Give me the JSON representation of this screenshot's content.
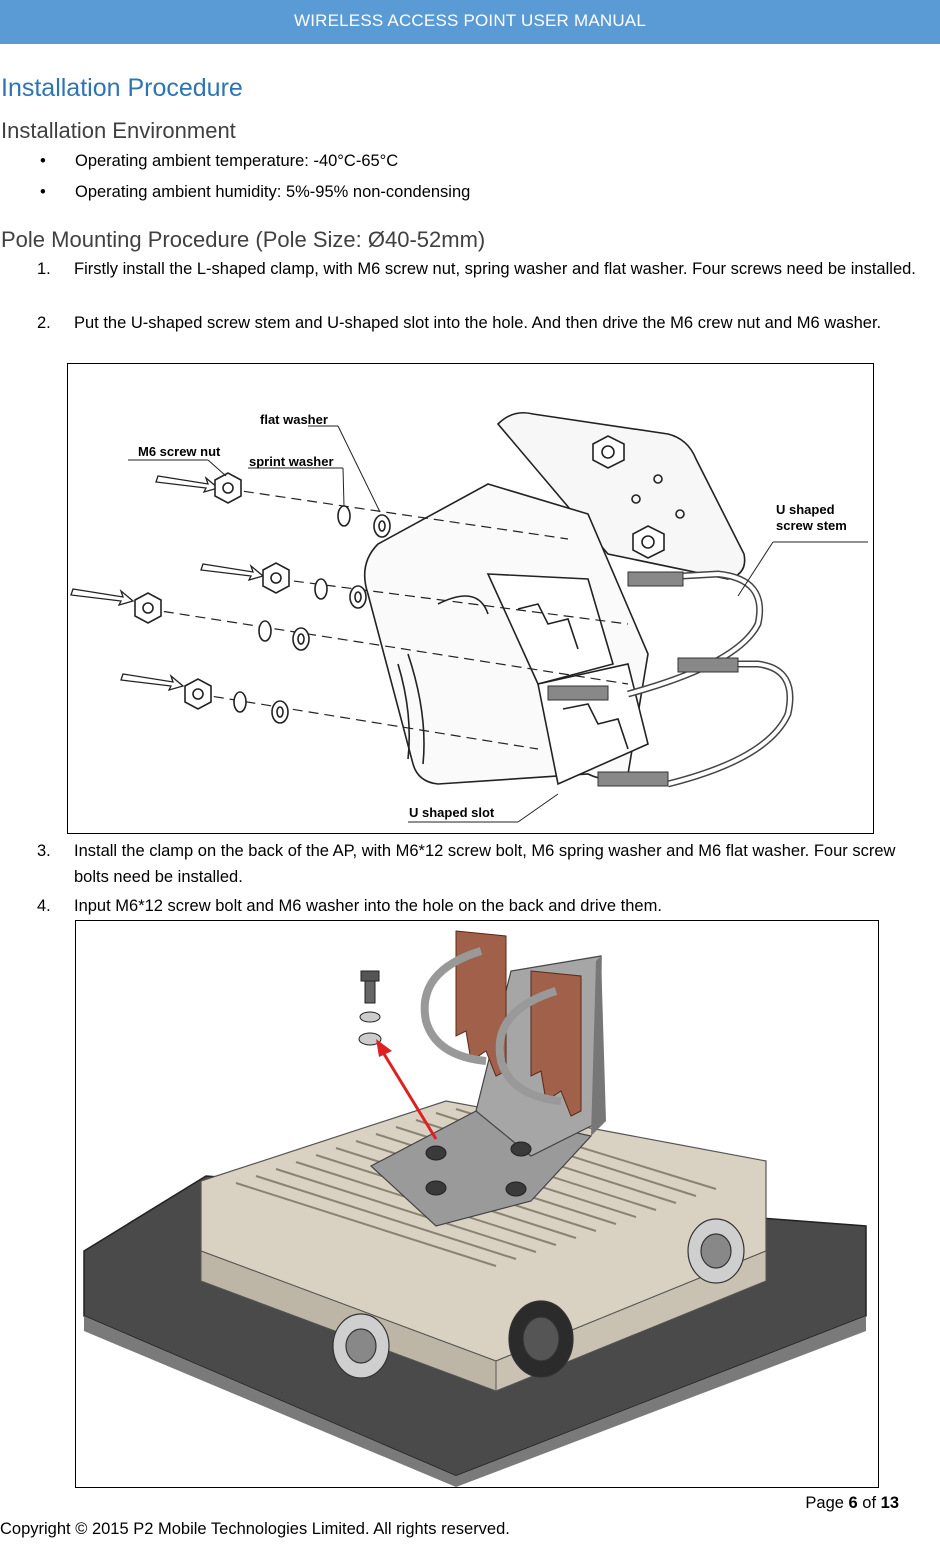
{
  "header": {
    "title": "WIRELESS ACCESS POINT USER MANUAL"
  },
  "section_title": "Installation Procedure",
  "environment": {
    "heading": "Installation Environment",
    "bullets": [
      "Operating ambient temperature: -40°C-65°C",
      "Operating ambient humidity: 5%-95% non-condensing"
    ]
  },
  "pole": {
    "heading": "Pole Mounting Procedure (Pole Size: Ø40-52mm)",
    "steps": [
      {
        "num": "1.",
        "text": "Firstly install the L-shaped clamp, with M6 screw nut, spring washer and flat washer. Four screws need be installed."
      },
      {
        "num": "2.",
        "text": "Put the U-shaped screw stem and U-shaped slot into the hole. And then drive the M6 crew nut and M6 washer."
      },
      {
        "num": "3.",
        "text": "Install the clamp on the back of the AP, with M6*12 screw bolt, M6 spring washer and M6 flat washer. Four screw bolts need be installed."
      },
      {
        "num": "4.",
        "text": "Input M6*12 screw bolt and M6 washer into the hole on the back and drive them."
      }
    ]
  },
  "figure1": {
    "labels": {
      "flat_washer": "flat washer",
      "m6_nut": "M6 screw nut",
      "sprint_washer": "sprint washer",
      "u_stem_1": "U shaped",
      "u_stem_2": "screw stem",
      "u_slot": "U shaped slot"
    }
  },
  "footer": {
    "page_prefix": "Page ",
    "page_num": "6",
    "page_of": " of ",
    "page_total": "13",
    "copyright": "Copyright © 2015 P2 Mobile Technologies Limited. All rights reserved."
  }
}
